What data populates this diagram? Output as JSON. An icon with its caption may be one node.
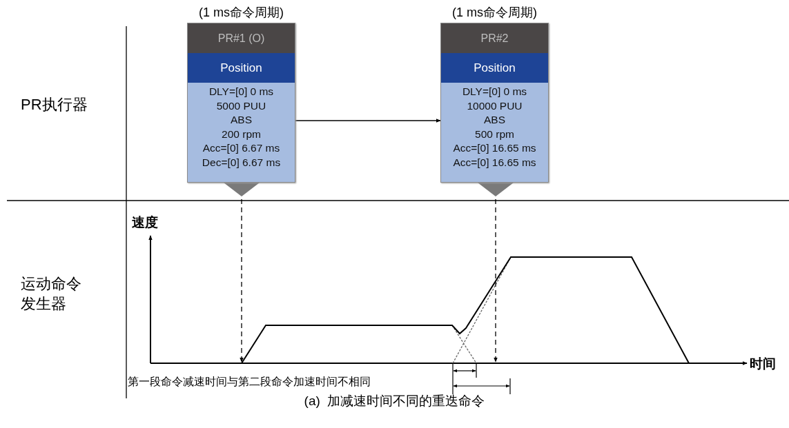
{
  "diagram": {
    "caption": "(a)  加减速时间不同的重迭命令",
    "nodes": [
      {
        "text": [
          "PR#1 (O)",
          "Position",
          "DLY=[0] 0 ms",
          "5000 PUU",
          "ABS",
          "200 rpm",
          "Acc=[0] 6.67 ms",
          "Dec=[0] 6.67 ms"
        ],
        "beside": [
          "(1 ms命令周期)"
        ]
      },
      {
        "text": [
          "PR#2",
          "Position",
          "DLY=[0] 0 ms",
          "10000 PUU",
          "ABS",
          "500 rpm",
          "Acc=[0] 16.65 ms",
          "Acc=[0] 16.65 ms"
        ],
        "beside": [
          "(1 ms命令周期)"
        ]
      }
    ],
    "edges": [
      {
        "from": 0,
        "to": 1,
        "arrow": "to"
      },
      {
        "from": 0,
        "to": null,
        "arrow": "to",
        "style": "dashed"
      },
      {
        "from": 1,
        "to": null,
        "arrow": "to",
        "style": "dashed"
      }
    ],
    "labels": [
      "PR执行器",
      "运动命令发生器",
      "速度",
      "时间",
      "第一段命令减速时间与第二段命令加速时间不相同"
    ]
  }
}
